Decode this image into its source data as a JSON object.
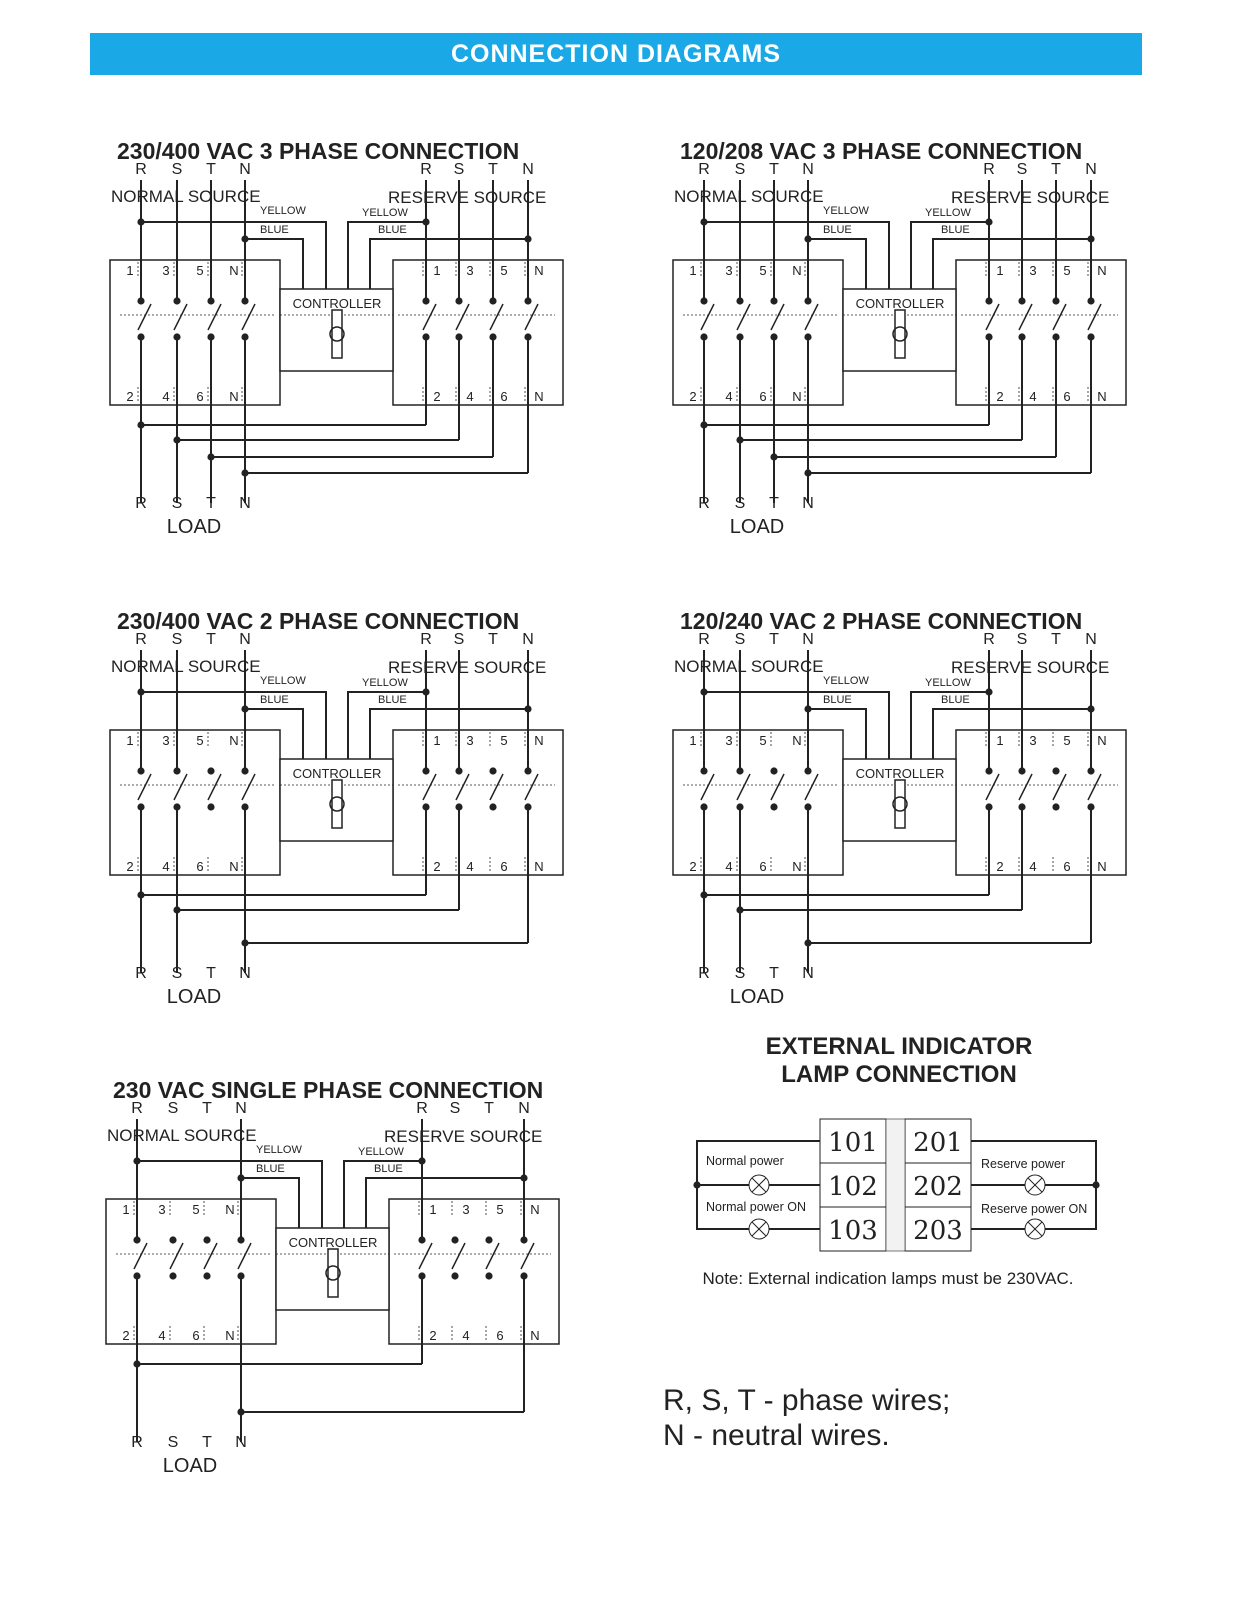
{
  "banner": {
    "title": "CONNECTION DIAGRAMS"
  },
  "colors": {
    "banner": "#1aa8e6",
    "line": "#222222",
    "text": "#222222"
  },
  "diagrams": [
    {
      "title": "230/400 VAC 3 PHASE CONNECTION",
      "wiring": "3 phase"
    },
    {
      "title": "120/208 VAC 3 PHASE CONNECTION",
      "wiring": "3 phase"
    },
    {
      "title": "230/400 VAC 2 PHASE CONNECTION",
      "wiring": "2 phase"
    },
    {
      "title": "120/240 VAC 2 PHASE CONNECTION",
      "wiring": "2 phase"
    },
    {
      "title": "230 VAC SINGLE PHASE CONNECTION",
      "wiring": "single phase"
    }
  ],
  "labels": {
    "normal_source": "NORMAL SOURCE",
    "reserve_source": "RESERVE SOURCE",
    "load": "LOAD",
    "controller": "CONTROLLER",
    "yellow": "YELLOW",
    "blue": "BLUE",
    "phases": [
      "R",
      "S",
      "T",
      "N"
    ],
    "top_terminals": [
      "1",
      "3",
      "5",
      "N"
    ],
    "bottom_terminals": [
      "2",
      "4",
      "6",
      "N"
    ]
  },
  "lamp": {
    "title_line1": "EXTERNAL INDICATOR",
    "title_line2": "LAMP CONNECTION",
    "left_terminals": [
      "101",
      "102",
      "103"
    ],
    "right_terminals": [
      "201",
      "202",
      "203"
    ],
    "normal_power": "Normal power",
    "normal_power_on": "Normal power ON",
    "reserve_power": "Reserve power",
    "reserve_power_on": "Reserve power ON",
    "note": "Note:  External  indication lamps must be 230VAC."
  },
  "legend": {
    "line1": "R, S, T - phase wires;",
    "line2": "N - neutral wires."
  }
}
